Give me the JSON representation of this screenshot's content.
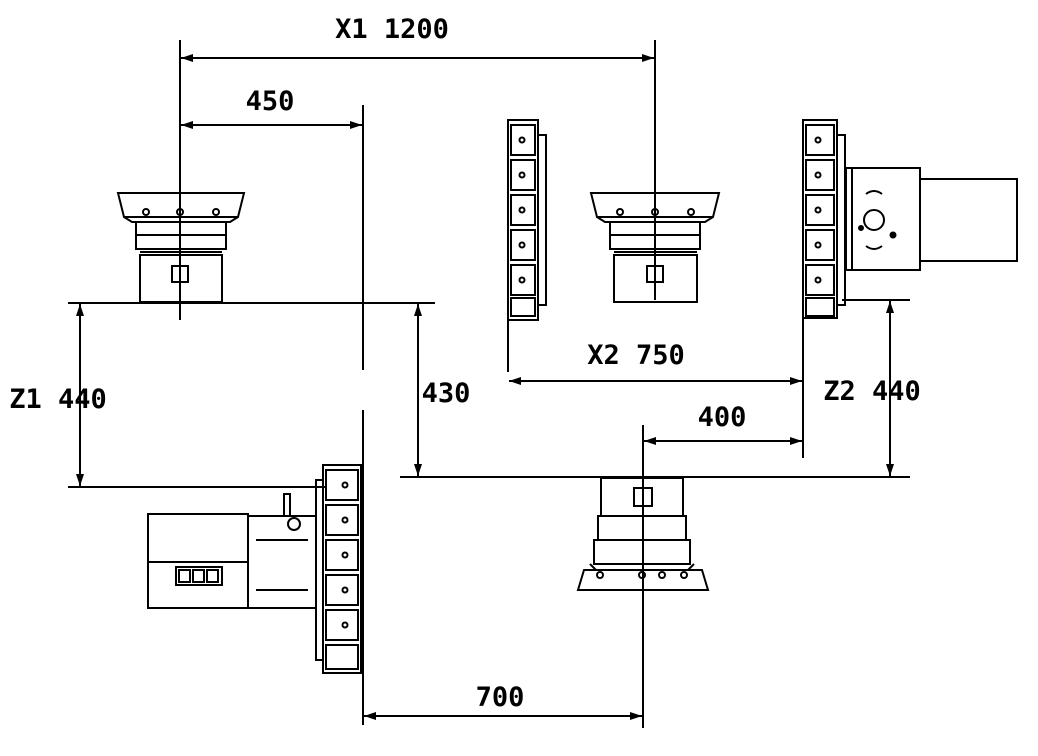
{
  "dimensions": {
    "x1": "X1 1200",
    "x1_offset": "450",
    "x2": "X2  750",
    "x2_offset": "400",
    "z1": "Z1 440",
    "z_middle": "430",
    "z2": "Z2  440",
    "bottom_spacing": "700"
  },
  "colors": {
    "line": "#000000",
    "background": "#ffffff"
  }
}
